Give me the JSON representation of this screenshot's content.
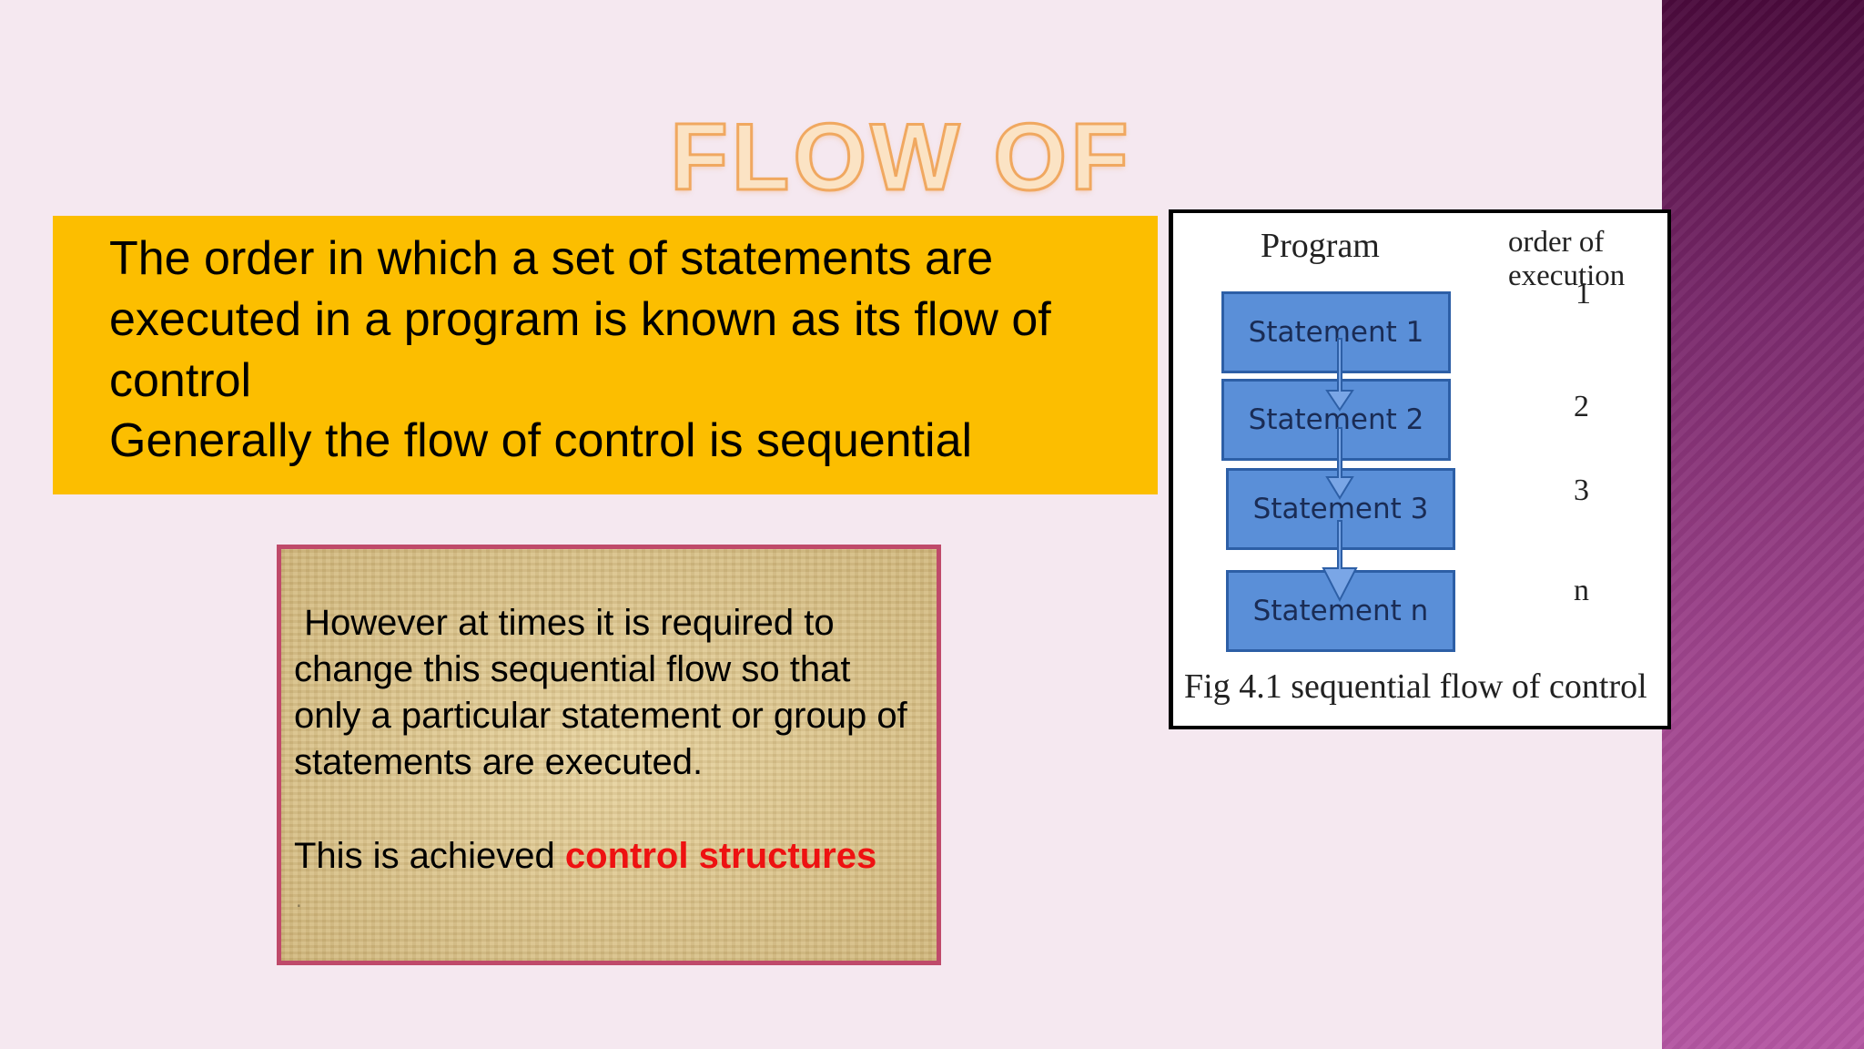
{
  "title": "FLOW OF CONTROL",
  "intro": {
    "line1": "The order in which a set of statements are executed in a program is known as its flow of control",
    "line2": "Generally the flow of control is sequential"
  },
  "note": {
    "text": "However at times it is required to change this sequential flow so that only a particular statement or group of statements are executed.",
    "closing_prefix": "This is achieved",
    "closing_highlight": "control structures",
    "trailing": ".",
    "highlight_color": "#ee1111"
  },
  "figure": {
    "header_program": "Program",
    "header_order": "order of execution",
    "statements": [
      "Statement 1",
      "Statement 2",
      "Statement 3",
      "Statement n"
    ],
    "orders": [
      "1",
      "2",
      "3",
      "n"
    ],
    "caption": "Fig 4.1   sequential flow of control"
  },
  "colors": {
    "intro_background": "#fcbe00",
    "statement_fill": "#5a8fd8",
    "side_band": "#7a2a6c"
  }
}
